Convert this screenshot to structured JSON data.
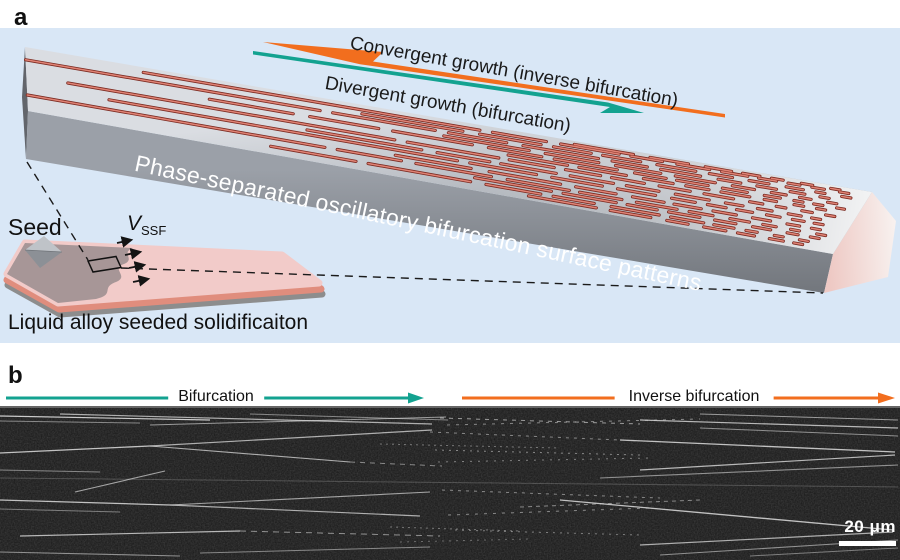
{
  "panel_a": {
    "label": "a",
    "arrows": {
      "convergent": {
        "label": "Convergent growth (inverse bifurcation)",
        "color": "#f26e1e",
        "direction": "left"
      },
      "divergent": {
        "label": "Divergent growth (bifurcation)",
        "color": "#13a290",
        "direction": "right"
      }
    },
    "slab_caption": "Phase-separated oscillatory bifurcation surface patterns",
    "seed": {
      "label": "Seed",
      "velocity_symbol": "V",
      "velocity_subscript": "SSF"
    },
    "caption": "Liquid alloy seeded solidificaiton"
  },
  "panel_b": {
    "label": "b",
    "arrows": {
      "bifurcation": {
        "label": "Bifurcation",
        "color": "#13a290",
        "direction": "right"
      },
      "inverse": {
        "label": "Inverse bifurcation",
        "color": "#f26e1e",
        "direction": "right"
      }
    },
    "scale_bar_label": "20 μm"
  },
  "colors": {
    "panel_background": "#d9e7f6",
    "bifurcation_teal": "#13a290",
    "inverse_orange": "#f26e1e",
    "slab_line_red_dark": "#7c2b22",
    "slab_line_red_light": "#e08375",
    "liquid_pink": "#f2cbc9",
    "solid_region_gray": "#a79697",
    "sem_background": "#181818"
  }
}
